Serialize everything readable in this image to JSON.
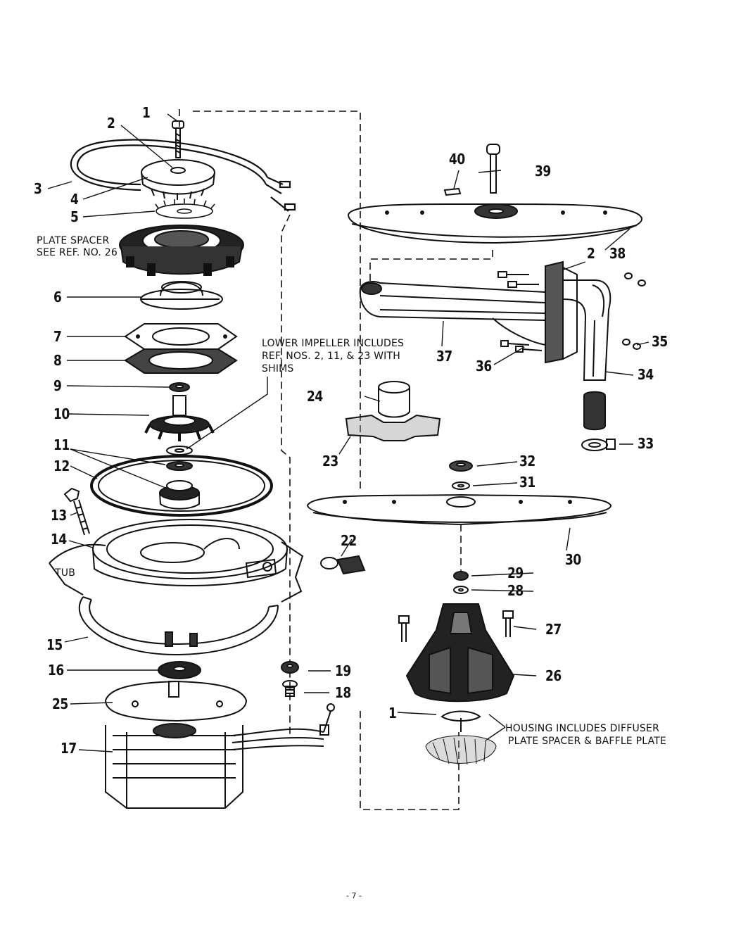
{
  "refs": {
    "r1a": "1",
    "r2a": "2",
    "r3": "3",
    "r4": "4",
    "r5": "5",
    "r6": "6",
    "r7": "7",
    "r8": "8",
    "r9": "9",
    "r10": "10",
    "r11": "11",
    "r12": "12",
    "r13": "13",
    "r14": "14",
    "r15": "15",
    "r16": "16",
    "r17": "17",
    "r18": "18",
    "r19": "19",
    "r22": "22",
    "r23": "23",
    "r24": "24",
    "r25": "25",
    "r26": "26",
    "r27": "27",
    "r28": "28",
    "r29": "29",
    "r30": "30",
    "r31": "31",
    "r32": "32",
    "r33": "33",
    "r34": "34",
    "r35": "35",
    "r36": "36",
    "r37": "37",
    "r38": "38",
    "r39": "39",
    "r40": "40",
    "r2b": "2",
    "r1b": "1"
  },
  "notes": {
    "plate_spacer_line1": "PLATE SPACER",
    "plate_spacer_line2": "SEE REF. NO. 26",
    "impeller_line1": "LOWER IMPELLER INCLUDES",
    "impeller_line2": "REF. NOS. 2, 11, & 23 WITH",
    "impeller_line3": "SHIMS",
    "tub": "TUB",
    "housing_line1": "HOUSING INCLUDES DIFFUSER",
    "housing_line2": "PLATE SPACER & BAFFLE PLATE"
  },
  "footer": "- 7 -"
}
